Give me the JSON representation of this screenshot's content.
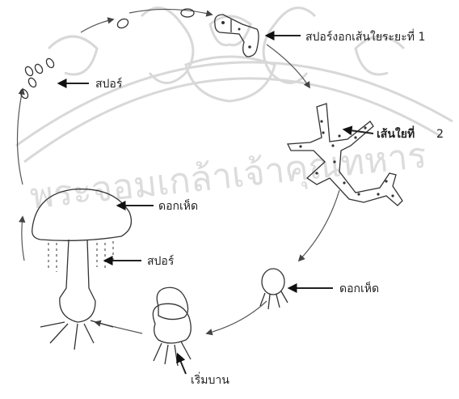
{
  "labels": {
    "spore_top": "สปอร์",
    "germinating_spore": "สปอร์งอกเส้นใยระยะที่ 1",
    "hyphae_stage_2_name": "เส้นใยที่",
    "hyphae_stage_2_num": "2",
    "mushroom_cap": "ดอกเห็ด",
    "spore_release": "สปอร์",
    "young_mushroom": "ดอกเห็ด",
    "begin_bloom": "เริ่มบาน"
  },
  "watermark_text": "พระจอมเกล้าเจ้าคุณทหาร",
  "colors": {
    "ink": "#222222",
    "watermark": "#d4d4d4",
    "paper": "#ffffff"
  }
}
